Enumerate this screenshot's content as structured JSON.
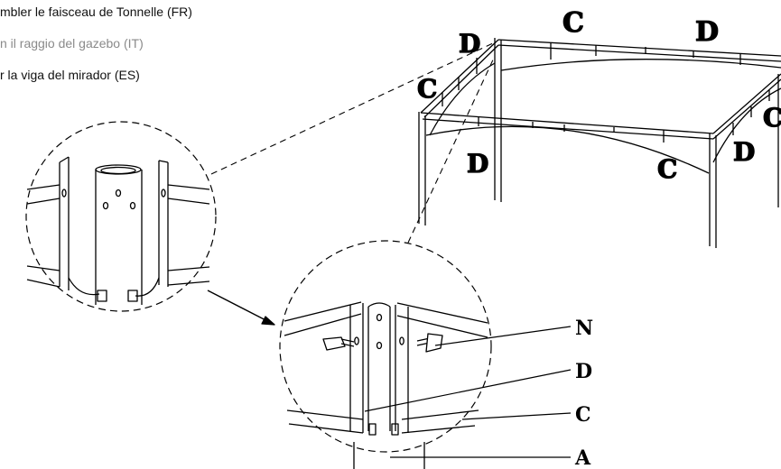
{
  "instructions": {
    "fr": "mbler le faisceau de Tonnelle (FR)",
    "it": "n il raggio del gazebo (IT)",
    "es": "r la viga del mirador (ES)"
  },
  "frame_labels": {
    "c_top": "C",
    "d_top_right": "D",
    "d_corner": "D",
    "c_left": "C",
    "d_front": "D",
    "c_front": "C",
    "d_right": "D",
    "c_right": "C"
  },
  "detail_labels": {
    "n": "N",
    "d": "D",
    "c": "C",
    "a": "A"
  }
}
